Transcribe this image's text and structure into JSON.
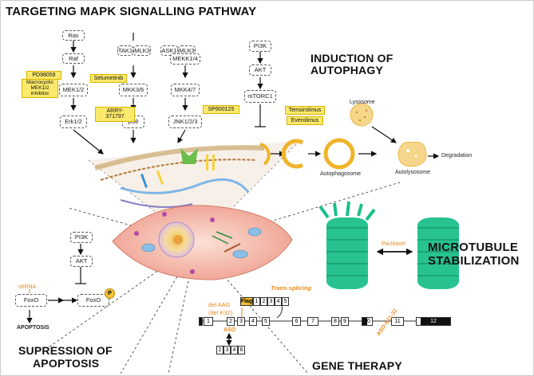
{
  "titles": {
    "mapk": "TARGETING MAPK SIGNALLING PATHWAY",
    "autophagy_1": "INDUCTION OF",
    "autophagy_2": "AUTOPHAGY",
    "microtubule_1": "MICROTUBULE",
    "microtubule_2": "STABILIZATION",
    "apoptosis_1": "SUPRESSION OF",
    "apoptosis_2": "APOPTOSIS",
    "gene_therapy": "GENE THERAPY"
  },
  "mapk": {
    "col1": [
      "Ras",
      "Raf",
      "MEK1/2",
      "Erk1/2"
    ],
    "col2": [
      "TAK1",
      "MLK3",
      "MKK3/6",
      "p38"
    ],
    "col3": [
      "ASK1",
      "MLK3",
      "MEKK1/4",
      "MKK4/7",
      "JNK1/2/3"
    ],
    "drugs": {
      "pd": "PD98059",
      "macro": "Macrocyclic MEK1/2 inhibitor",
      "selumetinib": "Selumetinib",
      "arry": "ARRY-371797",
      "sp": "SP600125"
    }
  },
  "autophagy": {
    "nodes": [
      "PI3K",
      "AKT",
      "mTORC1"
    ],
    "drugs": [
      "Temsirolimus",
      "Everolimus"
    ],
    "labels": {
      "lysosome": "Lysosome",
      "autophagosome": "Autophagosome",
      "autolysosome": "Autolysosome",
      "degradation": "Degradation"
    }
  },
  "microtubule": {
    "drug": "Paclitaxel"
  },
  "apoptosis": {
    "nodes": [
      "PI3K",
      "AKT",
      "FoxO",
      "FoxO"
    ],
    "shrna": "shRNA",
    "p": "P",
    "outcome": "APOPTOSIS"
  },
  "gene": {
    "trans_splicing": "Trans-splicing",
    "del_aag": "del AAG",
    "del_k32": "(del K32)",
    "flag": "Flag",
    "flag_exons": [
      "1",
      "2",
      "3",
      "4",
      "5"
    ],
    "exons": [
      "1",
      "2",
      "3",
      "4",
      "5",
      "6",
      "7",
      "8",
      "9",
      "10",
      "11",
      "12"
    ],
    "aso": "ASO",
    "aso_exons": [
      "2",
      "3",
      "4",
      "6"
    ],
    "aso_e": "ASO-E11-31"
  },
  "colors": {
    "drug_fill": "#fbe96b",
    "accent": "#e58a1f",
    "microtubule": "#1bbf8a",
    "cell": "#f2b6a8",
    "vesicle": "#f5c85a"
  }
}
